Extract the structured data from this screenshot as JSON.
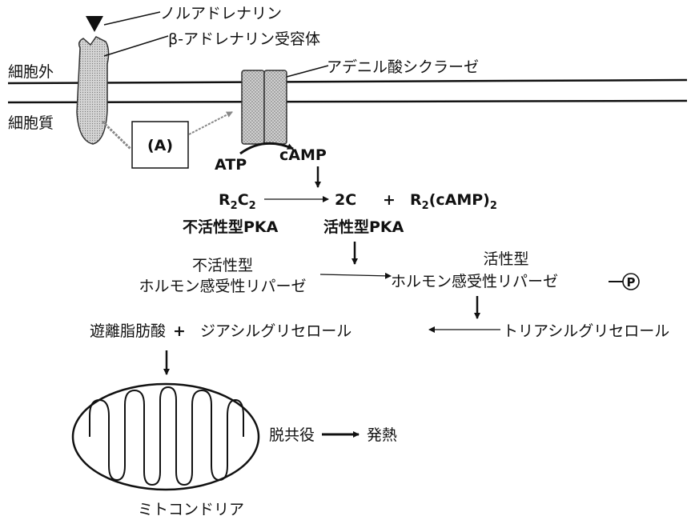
{
  "diagram": {
    "ligand": "ノルアドレナリン",
    "receptor": "β-アドレナリン受容体",
    "enzyme": "アデニル酸シクラーゼ",
    "extracellular": "細胞外",
    "cytoplasm": "細胞質",
    "unknown_box": "(A)",
    "atp": "ATP",
    "camp": "cAMP",
    "r": "R",
    "c": "C",
    "sub_2": "2",
    "r2c2_sub": "2",
    "product_2c": "2C",
    "plus": "+",
    "camp_paren": "(cAMP)",
    "inactive_pka": "不活性型PKA",
    "active_pka": "活性型PKA",
    "inactive_label": "不活性型",
    "inactive_hsl": "ホルモン感受性リパーゼ",
    "active_label": "活性型",
    "active_hsl": "ホルモン感受性リパーゼ",
    "phospho": "P",
    "ffa": "遊離脂肪酸",
    "dag": "ジアシルグリセロール",
    "tag": "トリアシルグリセロール",
    "uncoupling": "脱共役",
    "heat": "発熱",
    "mito": "ミトコンドリア"
  }
}
